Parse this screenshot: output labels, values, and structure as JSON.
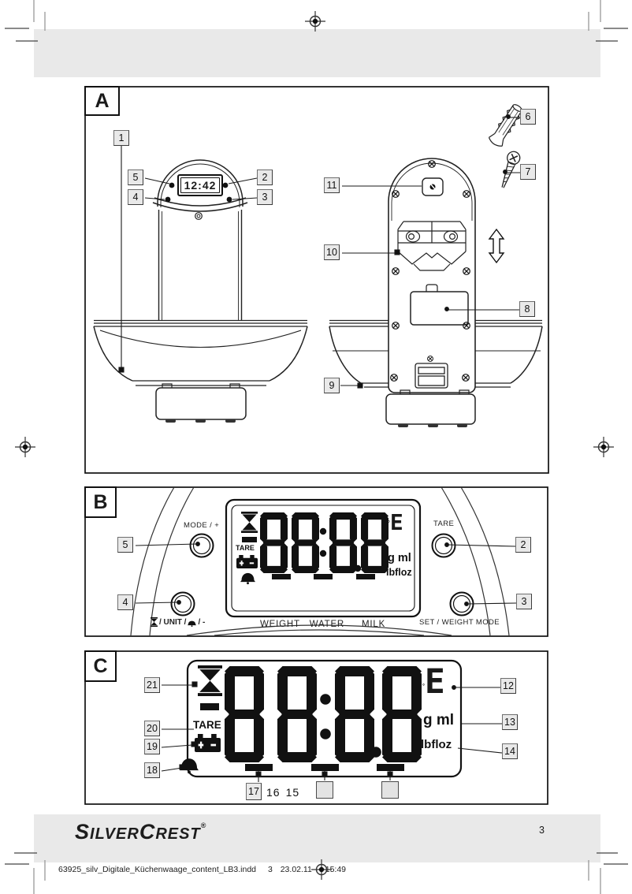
{
  "panel_a": {
    "label": "A",
    "clock": "12:42",
    "callouts": {
      "item1": "1",
      "btn2": "2",
      "btn3": "3",
      "btn4": "4",
      "btn5": "5",
      "anchor6": "6",
      "screw7": "7",
      "battery8": "8",
      "base9": "9",
      "bracket10": "10",
      "hole11": "11"
    }
  },
  "panel_b": {
    "label": "B",
    "mode_button_label": "MODE / +",
    "tare_button_label": "TARE",
    "set_button_label": "SET / WEIGHT MODE",
    "unit_button_label": {
      "part1": "/ UNIT /",
      "part2": "/ -"
    },
    "mode_row": {
      "weight": "WEIGHT",
      "water": "WATER",
      "milk": "MILK"
    },
    "display": {
      "segments": "8888",
      "tare": "TARE",
      "degree": "°",
      "temp_unit": "E",
      "unit_g_ml": "g ml",
      "unit_lbfloz": "lbfloz"
    },
    "callouts": {
      "tare2": "2",
      "set3": "3",
      "unit4": "4",
      "mode5": "5"
    }
  },
  "panel_c": {
    "label": "C",
    "display": {
      "segments": "8888",
      "tare": "TARE",
      "degree": "°",
      "temp_unit": "E",
      "unit_g_ml": "g ml",
      "unit_lbfloz": "lbfloz"
    },
    "callouts": {
      "temp12": "12",
      "gml13": "13",
      "lbfloz14": "14",
      "bar17": "17",
      "num16": "16",
      "num15": "15",
      "bell18": "18",
      "battery19": "19",
      "tare20": "20",
      "hourglass21": "21"
    }
  },
  "footer": {
    "brand": {
      "s1": "S",
      "s2": "ILVER",
      "s3": "C",
      "s4": "REST",
      "reg": "®"
    },
    "page_number": "3",
    "imprint": {
      "file": "63925_silv_Digitale_Küchenwaage_content_LB3.indd",
      "sheet": "3",
      "date": "23.02.11",
      "time": "15:49"
    }
  }
}
